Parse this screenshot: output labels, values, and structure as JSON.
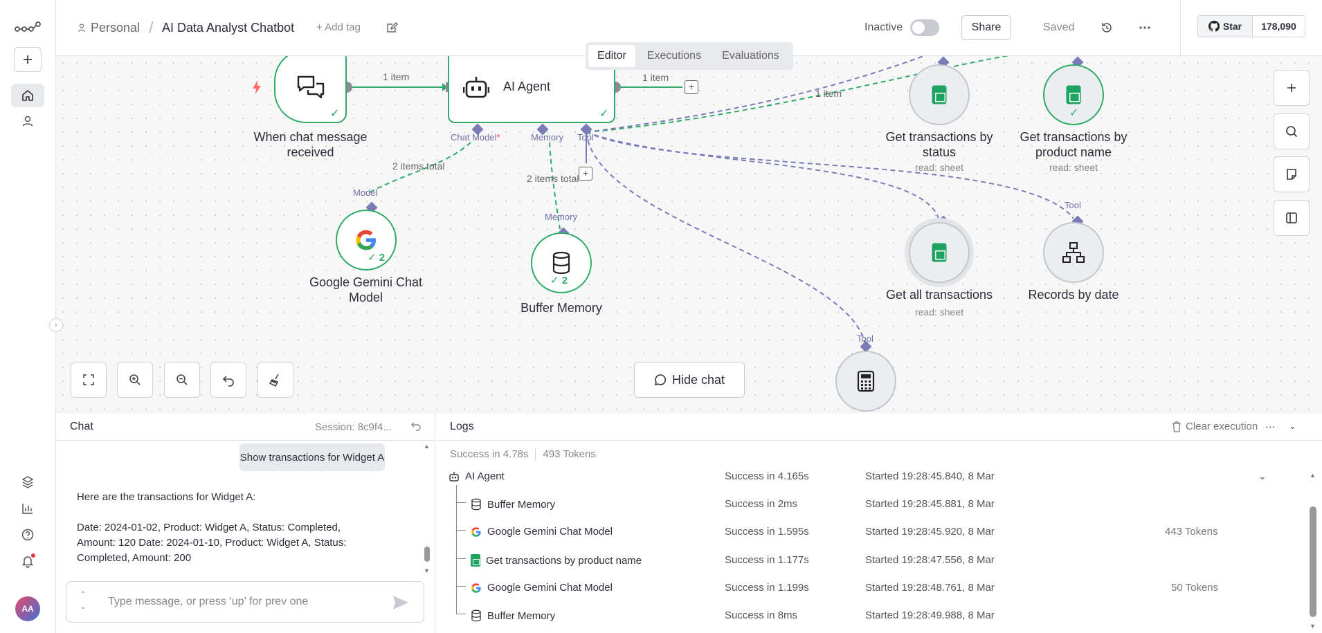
{
  "header": {
    "workspace": "Personal",
    "workflow_title": "AI Data Analyst Chatbot",
    "add_tag": "+ Add tag",
    "active_label": "Inactive",
    "share": "Share",
    "saved": "Saved",
    "github_star": "Star",
    "github_count": "178,090"
  },
  "tabs": [
    {
      "label": "Editor",
      "active": true
    },
    {
      "label": "Executions",
      "active": false
    },
    {
      "label": "Evaluations",
      "active": false
    }
  ],
  "canvas": {
    "nodes": {
      "trigger": {
        "title": "When chat message received"
      },
      "agent": {
        "title": "AI Agent"
      },
      "gemini": {
        "title": "Google Gemini Chat Model",
        "count": "2"
      },
      "buffer": {
        "title": "Buffer Memory",
        "count": "2"
      },
      "tx_status": {
        "title": "Get transactions by status",
        "sub": "read: sheet"
      },
      "tx_product": {
        "title": "Get transactions by product name",
        "sub": "read: sheet"
      },
      "tx_all": {
        "title": "Get all transactions",
        "sub": "read: sheet"
      },
      "records_date": {
        "title": "Records by date"
      }
    },
    "wire_labels": {
      "trigger_to_agent": "1 item",
      "agent_out": "1 item",
      "tool_link": "1 item",
      "gemini_total": "2 items total",
      "memory_total": "2 items total"
    },
    "port_labels": {
      "chat_model": "Chat Model",
      "required_mark": "*",
      "memory": "Memory",
      "tool": "Tool",
      "model": "Model",
      "memory_in": "Memory",
      "tool_records": "Tool",
      "tool_calc": "Tool"
    },
    "hide_chat": "Hide chat"
  },
  "chat": {
    "title": "Chat",
    "session": "Session: 8c9f4...",
    "user_message": "Show transactions for Widget A",
    "bot_intro": "Here are the transactions for Widget A:",
    "bot_details": "Date: 2024-01-02, Product: Widget A, Status: Completed, Amount: 120 Date: 2024-01-10, Product: Widget A, Status: Completed, Amount: 200",
    "input_placeholder": "Type message, or press ‘up’ for prev one"
  },
  "logs": {
    "title": "Logs",
    "clear": "Clear execution",
    "summary_time": "Success in 4.78s",
    "summary_tokens": "493 Tokens",
    "rows": [
      {
        "name": "AI Agent",
        "icon": "robot-icon",
        "status": "Success in 4.165s",
        "started": "Started 19:28:45.840, 8 Mar",
        "tokens": ""
      },
      {
        "name": "Buffer Memory",
        "icon": "database-icon",
        "status": "Success in 2ms",
        "started": "Started 19:28:45.881, 8 Mar",
        "tokens": ""
      },
      {
        "name": "Google Gemini Chat Model",
        "icon": "google-icon",
        "status": "Success in 1.595s",
        "started": "Started 19:28:45.920, 8 Mar",
        "tokens": "443 Tokens"
      },
      {
        "name": "Get transactions by product name",
        "icon": "sheets-icon",
        "status": "Success in 1.177s",
        "started": "Started 19:28:47.556, 8 Mar",
        "tokens": ""
      },
      {
        "name": "Google Gemini Chat Model",
        "icon": "google-icon",
        "status": "Success in 1.199s",
        "started": "Started 19:28:48.761, 8 Mar",
        "tokens": "50 Tokens"
      },
      {
        "name": "Buffer Memory",
        "icon": "database-icon",
        "status": "Success in 8ms",
        "started": "Started 19:28:49.988, 8 Mar",
        "tokens": ""
      }
    ]
  },
  "user": {
    "initials": "AA"
  },
  "colors": {
    "success_green": "#2eab67",
    "port_purple": "#7a7cb8",
    "gemini_blue": "#4285f4"
  }
}
